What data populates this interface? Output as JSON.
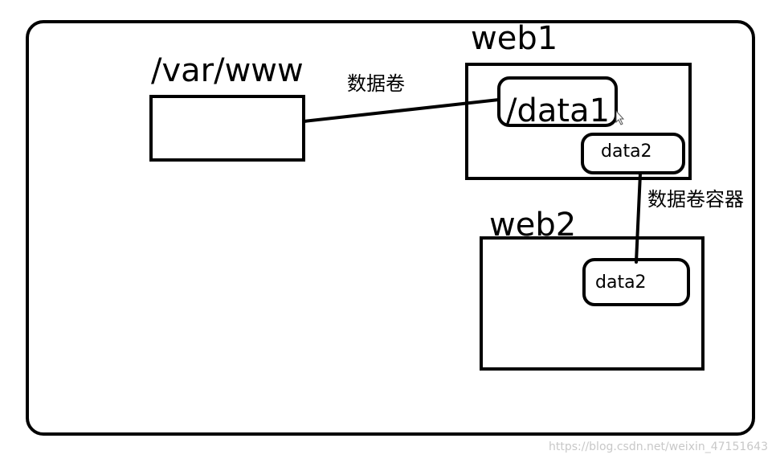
{
  "diagram": {
    "host_path_label": "/var/www",
    "volume_label": "数据卷",
    "web1": {
      "title": "web1",
      "data1_label": "/data1",
      "data2_label": "data2"
    },
    "volume_container_label": "数据卷容器",
    "web2": {
      "title": "web2",
      "data2_label": "data2"
    }
  },
  "watermark": "https://blog.csdn.net/weixin_47151643",
  "colors": {
    "stroke": "#000000",
    "background": "#ffffff",
    "watermark": "#c8c8c8"
  }
}
